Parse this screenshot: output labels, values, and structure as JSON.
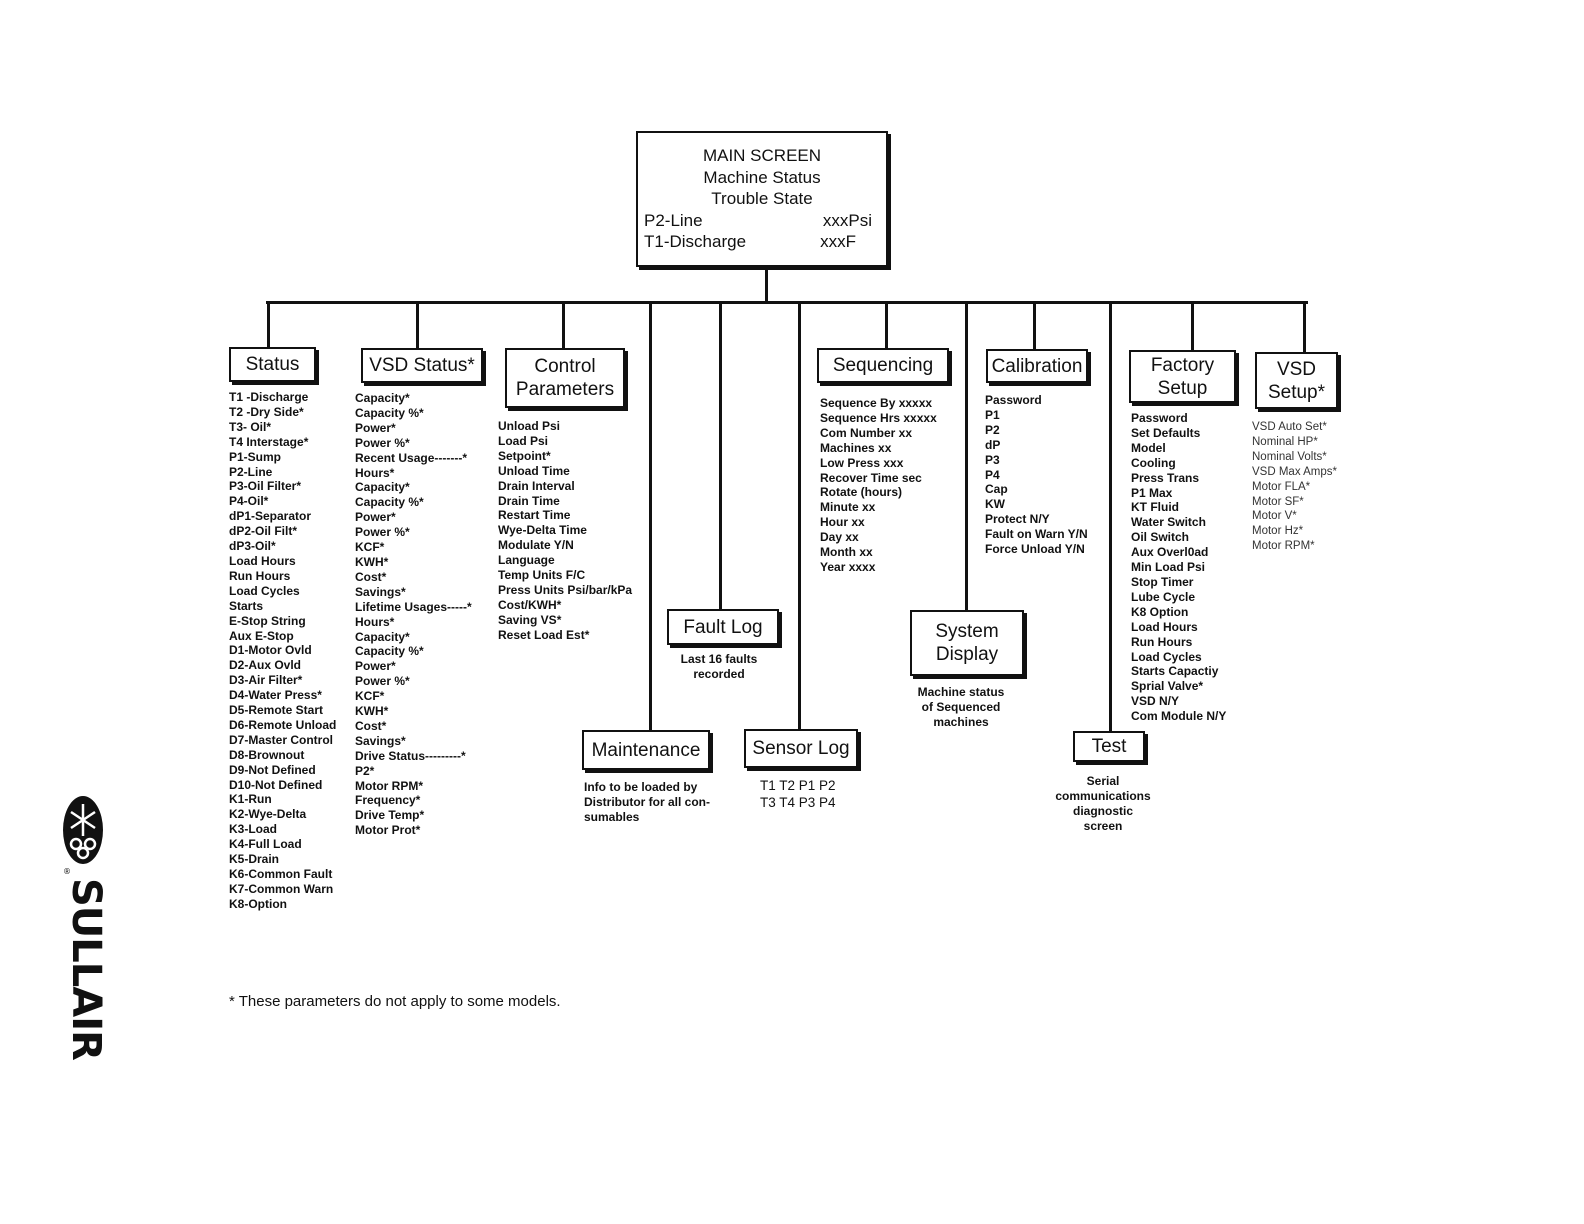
{
  "main_screen": {
    "title": "MAIN SCREEN",
    "line2": "Machine Status",
    "line3": "Trouble State",
    "rows": [
      {
        "label": "P2-Line",
        "value": "xxxPsi"
      },
      {
        "label": "T1-Discharge",
        "value": "xxxF"
      }
    ]
  },
  "status": {
    "title": "Status",
    "items": [
      "T1 -Discharge",
      "T2 -Dry Side*",
      "T3- Oil*",
      "T4 Interstage*",
      "P1-Sump",
      "P2-Line",
      "P3-Oil Filter*",
      "P4-Oil*",
      "dP1-Separator",
      "dP2-Oil Filt*",
      "dP3-Oil*",
      "Load Hours",
      "Run Hours",
      "Load Cycles",
      "Starts",
      "E-Stop String",
      "Aux E-Stop",
      "D1-Motor Ovld",
      "D2-Aux Ovld",
      "D3-Air Filter*",
      "D4-Water Press*",
      "D5-Remote Start",
      "D6-Remote Unload",
      "D7-Master Control",
      "D8-Brownout",
      "D9-Not Defined",
      "D10-Not Defined",
      "K1-Run",
      "K2-Wye-Delta",
      "K3-Load",
      "K4-Full Load",
      "K5-Drain",
      "K6-Common Fault",
      "K7-Common Warn",
      "K8-Option"
    ]
  },
  "vsd_status": {
    "title": "VSD Status*",
    "items": [
      "Capacity*",
      "Capacity %*",
      "Power*",
      "Power %*",
      "Recent Usage-------*",
      "Hours*",
      "Capacity*",
      "Capacity %*",
      "Power*",
      "Power %*",
      "KCF*",
      "KWH*",
      "Cost*",
      "Savings*",
      "Lifetime Usages-----*",
      "Hours*",
      "Capacity*",
      "Capacity %*",
      "Power*",
      "Power %*",
      "KCF*",
      "KWH*",
      "Cost*",
      "Savings*",
      "Drive Status---------*",
      "P2*",
      "Motor RPM*",
      "Frequency*",
      "Drive Temp*",
      "Motor Prot*"
    ]
  },
  "control_parameters": {
    "title_line1": "Control",
    "title_line2": "Parameters",
    "items": [
      "Unload Psi",
      "Load Psi",
      "Setpoint*",
      "Unload Time",
      "Drain Interval",
      "Drain Time",
      "Restart Time",
      "Wye-Delta Time",
      "Modulate Y/N",
      "Language",
      "Temp Units F/C",
      "Press Units Psi/bar/kPa",
      "Cost/KWH*",
      "Saving VS*",
      "Reset Load Est*"
    ]
  },
  "maintenance": {
    "title": "Maintenance",
    "notes": [
      "Info to be loaded by",
      "Distributor for all con-",
      "sumables"
    ]
  },
  "fault_log": {
    "title": "Fault Log",
    "notes": [
      "Last 16 faults",
      "recorded"
    ]
  },
  "sensor_log": {
    "title": "Sensor Log",
    "notes": [
      "T1 T2 P1 P2",
      "T3 T4 P3 P4"
    ]
  },
  "sequencing": {
    "title": "Sequencing",
    "items": [
      "Sequence By xxxxx",
      "Sequence Hrs xxxxx",
      "Com Number xx",
      "Machines xx",
      "Low Press xxx",
      "Recover Time sec",
      "Rotate     (hours)",
      "Minute    xx",
      "Hour        xx",
      "Day         xx",
      "Month      xx",
      "Year    xxxx"
    ]
  },
  "system_display": {
    "title_line1": "System",
    "title_line2": "Display",
    "notes": [
      "Machine status",
      "of Sequenced",
      "machines"
    ]
  },
  "calibration": {
    "title": "Calibration",
    "items": [
      "Password",
      "P1",
      "P2",
      "dP",
      "P3",
      "P4",
      "Cap",
      "KW",
      "Protect N/Y",
      "Fault on Warn Y/N",
      "Force Unload Y/N"
    ]
  },
  "test": {
    "title": "Test",
    "notes": [
      "Serial",
      "communications",
      "diagnostic",
      "screen"
    ]
  },
  "factory_setup": {
    "title_line1": "Factory",
    "title_line2": "Setup",
    "items": [
      "Password",
      "Set Defaults",
      "Model",
      "Cooling",
      "Press Trans",
      "P1 Max",
      "KT Fluid",
      "Water Switch",
      "Oil Switch",
      "Aux Overl0ad",
      "Min Load Psi",
      "Stop Timer",
      "Lube Cycle",
      "K8 Option",
      "Load Hours",
      "Run Hours",
      "Load Cycles",
      "Starts Capactiy",
      "Sprial Valve*",
      "VSD N/Y",
      "Com Module N/Y"
    ]
  },
  "vsd_setup": {
    "title_line1": "VSD",
    "title_line2": "Setup*",
    "items": [
      "VSD Auto Set*",
      "Nominal HP*",
      "Nominal Volts*",
      "VSD Max Amps*",
      "Motor FLA*",
      "Motor SF*",
      "Motor V*",
      "Motor Hz*",
      "Motor RPM*"
    ]
  },
  "footnote": "* These parameters do not apply to some models.",
  "logo_text": "SULLAIR"
}
